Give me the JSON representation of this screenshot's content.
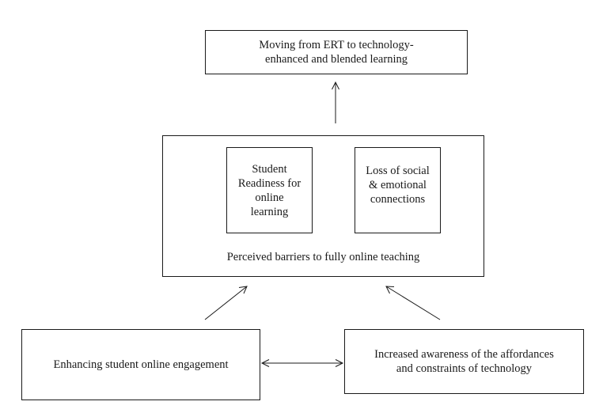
{
  "diagram": {
    "top_box": {
      "line1": "Moving from ERT to technology-",
      "line2": "enhanced and blended learning"
    },
    "barriers": {
      "caption": "Perceived barriers to fully online teaching",
      "student_box": {
        "line1": "Student",
        "line2": "Readiness for",
        "line3": "online",
        "line4": "learning"
      },
      "loss_box": {
        "line1": "Loss of social",
        "line2": "& emotional",
        "line3": "connections"
      }
    },
    "left_box": {
      "label": "Enhancing student online engagement"
    },
    "right_box": {
      "line1": "Increased awareness of the affordances",
      "line2": "and constraints of technology"
    }
  }
}
